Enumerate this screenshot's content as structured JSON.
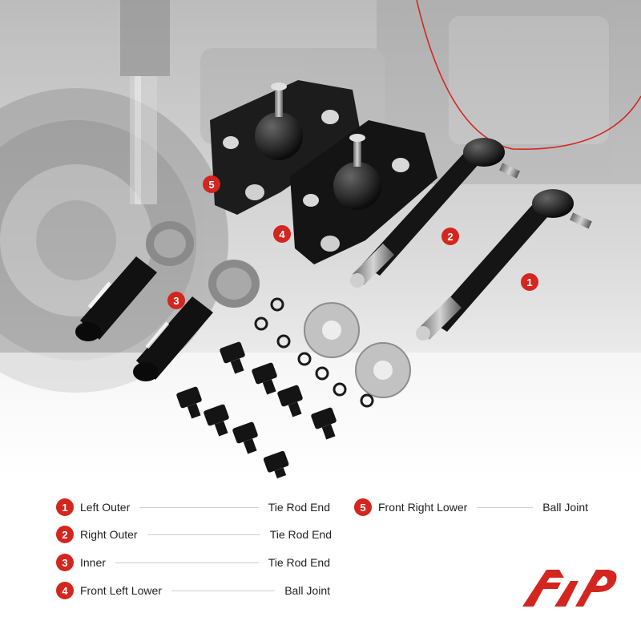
{
  "accent_color": "#d3261f",
  "callouts": {
    "c1": "1",
    "c2": "2",
    "c3": "3",
    "c4": "4",
    "c5": "5"
  },
  "legend": [
    {
      "number": "1",
      "name": "Left Outer",
      "type": "Tie Rod End"
    },
    {
      "number": "2",
      "name": "Right Outer",
      "type": "Tie Rod End"
    },
    {
      "number": "3",
      "name": "Inner",
      "type": "Tie Rod End"
    },
    {
      "number": "4",
      "name": "Front Left Lower",
      "type": "Ball Joint"
    },
    {
      "number": "5",
      "name": "Front Right Lower",
      "type": "Ball Joint"
    }
  ],
  "logo": {
    "icon": "ap-brand-logo-icon"
  }
}
